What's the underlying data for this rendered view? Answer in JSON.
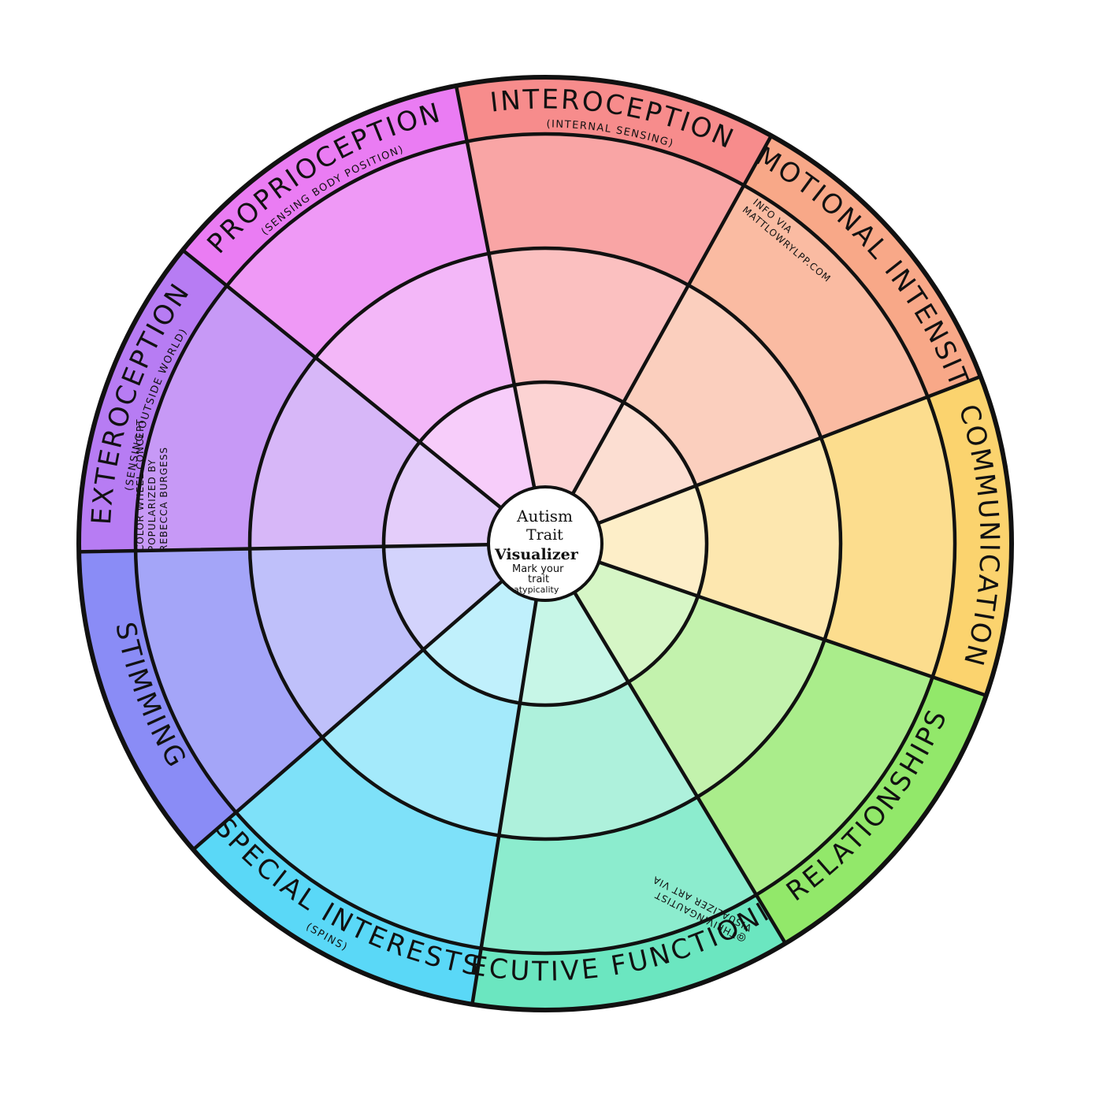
{
  "center": {
    "title_line1": "Autism",
    "title_line2": "Trait",
    "title_line3": "Visualizer",
    "subtitle_line1": "Mark your",
    "subtitle_line2": "trait",
    "subtitle_line3": "atypicality"
  },
  "segments": [
    {
      "label": "INTEROCEPTION",
      "sub": "(INTERNAL SENSING)",
      "color": "#f78c8c"
    },
    {
      "label": "EMOTIONAL INTENSITY",
      "sub": "",
      "color": "#f8a888"
    },
    {
      "label": "COMMUNICATION",
      "sub": "",
      "color": "#fbd36e"
    },
    {
      "label": "RELATIONSHIPS",
      "sub": "",
      "color": "#92e86a"
    },
    {
      "label": "EXECUTIVE FUNCTIONING",
      "sub": "",
      "color": "#6be6c0"
    },
    {
      "label": "SPECIAL INTERESTS",
      "sub": "(SPINS)",
      "color": "#5ad8f7"
    },
    {
      "label": "STIMMING",
      "sub": "",
      "color": "#8a8cf6"
    },
    {
      "label": "EXTEROCEPTION",
      "sub": "(SENSING OUTSIDE WORLD)",
      "color": "#b77cf3"
    },
    {
      "label": "PROPRIOCEPTION",
      "sub": "(SENSING BODY POSITION)",
      "color": "#ea7cf3"
    }
  ],
  "notes": {
    "info_line1": "INFO VIA",
    "info_line2": "MATTLOWRYLPP.COM",
    "concept_line1": "COLOR WHEEL CONCEPT",
    "concept_line2": "POPULARIZED BY",
    "concept_line3": "REBECCA BURGESS",
    "art_line1": "VISUALIZER ART VIA",
    "art_line2": "@THRIVINGAUTIST"
  }
}
